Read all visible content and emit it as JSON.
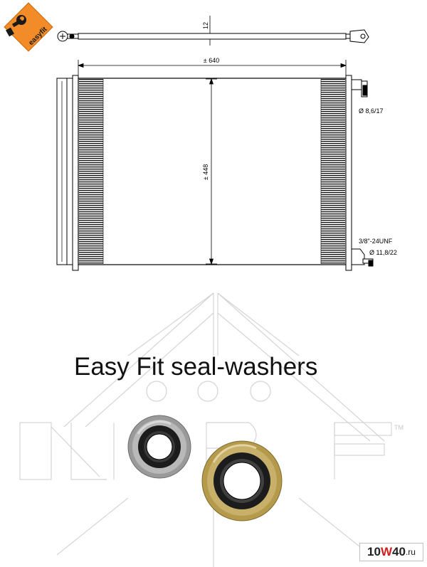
{
  "logo": {
    "text": "easyfit",
    "colors": {
      "badge": "#f28c28",
      "icon": "#1a1a1a",
      "text": "#1a1a1a"
    },
    "icon": "wrench-icon"
  },
  "dimensions": {
    "thickness": "12",
    "width": "± 640",
    "height": "± 448",
    "outlet_pipe": "Ø 8,6/17",
    "thread": "3/8\"-24UNF",
    "inlet_pipe": "Ø 11,8/22"
  },
  "headline": "Easy Fit seal-washers",
  "watermark": {
    "trademark": "TM"
  },
  "badge": {
    "part1": "10",
    "part2": "W",
    "part3": "40",
    "part4": ".ru",
    "colors": {
      "accent": "#d41e1e",
      "text": "#222222"
    }
  }
}
